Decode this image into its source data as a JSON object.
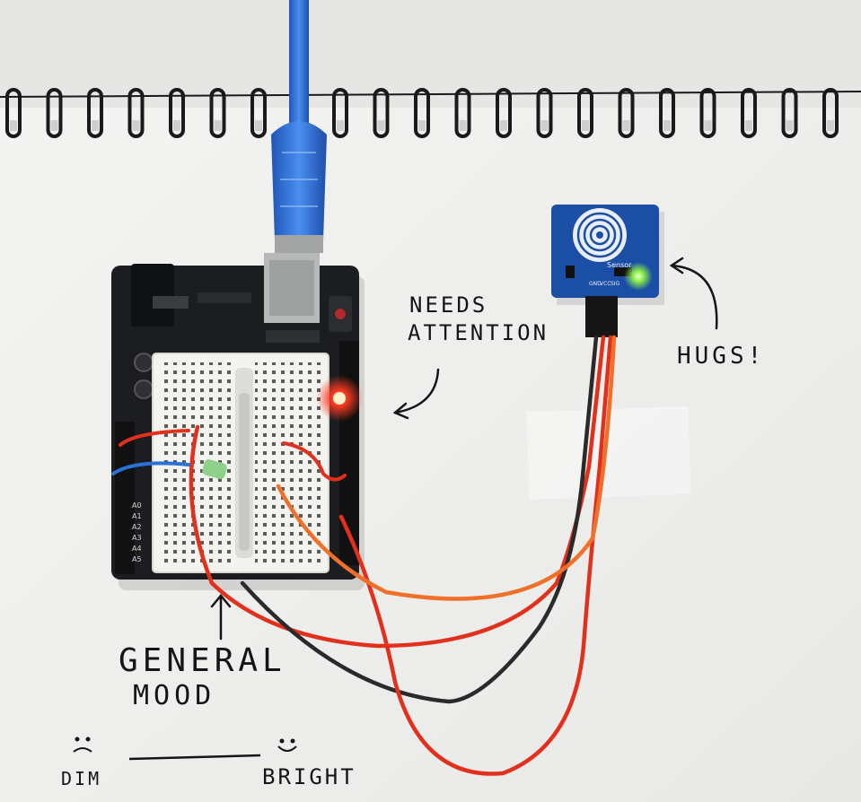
{
  "annotations": {
    "needs": "NEEDS",
    "attention": "ATTENTION",
    "hugs": "HUGS!",
    "general": "GENERAL",
    "mood": "MOOD",
    "dim": "DIM",
    "bright": "BRIGHT"
  },
  "board_silkscreen": {
    "analog_pins": [
      "A0",
      "A1",
      "A2",
      "A3",
      "A4",
      "A5"
    ],
    "sensor_labels": [
      "Sensor",
      "GND",
      "VCC",
      "SIG"
    ]
  },
  "colors": {
    "paper": "#efefed",
    "arduino_board": "#1b1d20",
    "breadboard": "#f4f3ef",
    "usb_cable": "#2f6fd8",
    "sensor_board": "#1b4fa5",
    "wire_red": "#e2301c",
    "wire_black": "#2a2a2a",
    "wire_blue": "#2a72d6",
    "wire_orange": "#f0702a",
    "led_red": "#ff2a1c",
    "led_green": "#78e04a",
    "ink": "#151515"
  },
  "icons": [
    "sad-face-icon",
    "happy-face-icon",
    "arrow-icon"
  ]
}
